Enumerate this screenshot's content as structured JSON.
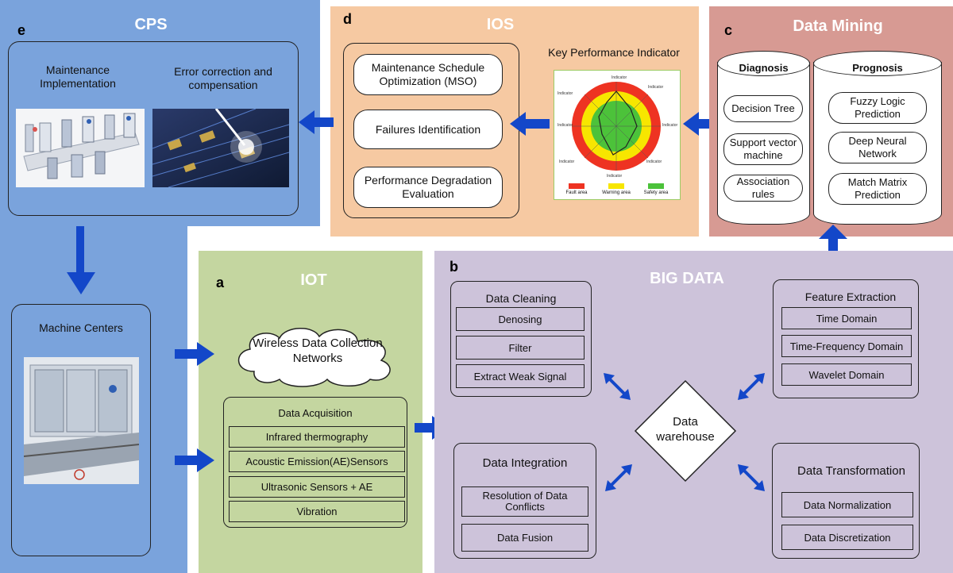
{
  "cps": {
    "letter": "e",
    "title": "CPS",
    "maintenance_label": "Maintenance\nImplementation",
    "error_label": "Error correction and\ncompensation",
    "machine_centers_label": "Machine Centers"
  },
  "ios": {
    "letter": "d",
    "title": "IOS",
    "items": [
      "Maintenance Schedule Optimization (MSO)",
      "Failures Identification",
      "Performance Degradation Evaluation"
    ],
    "kpi_title": "Key Performance Indicator",
    "kpi_legend": [
      "Fault area",
      "Warning area",
      "Safety area"
    ]
  },
  "data_mining": {
    "letter": "c",
    "title": "Data Mining",
    "diagnosis": {
      "title": "Diagnosis",
      "items": [
        "Decision Tree",
        "Support vector machine",
        "Association rules"
      ]
    },
    "prognosis": {
      "title": "Prognosis",
      "items": [
        "Fuzzy Logic Prediction",
        "Deep Neural Network",
        "Match Matrix Prediction"
      ]
    }
  },
  "iot": {
    "letter": "a",
    "title": "IOT",
    "cloud_label": "Wireless Data Collection Networks",
    "acquisition_title": "Data Acquisition",
    "acquisition_items": [
      "Infrared thermography",
      "Acoustic Emission(AE)Sensors",
      "Ultrasonic Sensors + AE",
      "Vibration"
    ]
  },
  "big_data": {
    "letter": "b",
    "title": "BIG DATA",
    "cleaning": {
      "title": "Data Cleaning",
      "items": [
        "Denosing",
        "Filter",
        "Extract Weak Signal"
      ]
    },
    "integration": {
      "title": "Data Integration",
      "items": [
        "Resolution of Data Conflicts",
        "Data Fusion"
      ]
    },
    "warehouse_label": "Data warehouse",
    "feature": {
      "title": "Feature Extraction",
      "items": [
        "Time Domain",
        "Time-Frequency Domain",
        "Wavelet Domain"
      ]
    },
    "transformation": {
      "title": "Data Transformation",
      "items": [
        "Data Normalization",
        "Data Discretization"
      ]
    }
  },
  "colors": {
    "cps_blue": "#7aa3dc",
    "ios_orange": "#f6c9a2",
    "mining_rose": "#d79a93",
    "iot_green": "#c4d6a0",
    "bigdata_lavender": "#cdc3da",
    "arrow_blue": "#1347c9"
  }
}
